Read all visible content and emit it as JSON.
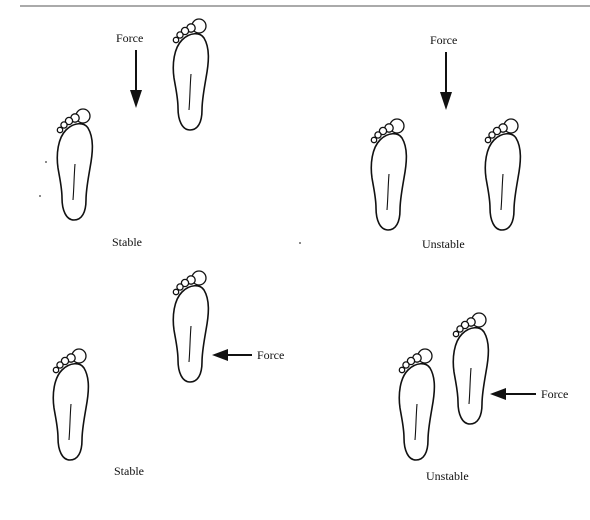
{
  "panels": [
    {
      "id": "top-left",
      "caption": "Stable",
      "force_label": "Force",
      "force_direction": "down"
    },
    {
      "id": "top-right",
      "caption": "Unstable",
      "force_label": "Force",
      "force_direction": "down"
    },
    {
      "id": "bottom-left",
      "caption": "Stable",
      "force_label": "Force",
      "force_direction": "left"
    },
    {
      "id": "bottom-right",
      "caption": "Unstable",
      "force_label": "Force",
      "force_direction": "left"
    }
  ],
  "colors": {
    "ink": "#111111",
    "background": "#ffffff"
  }
}
